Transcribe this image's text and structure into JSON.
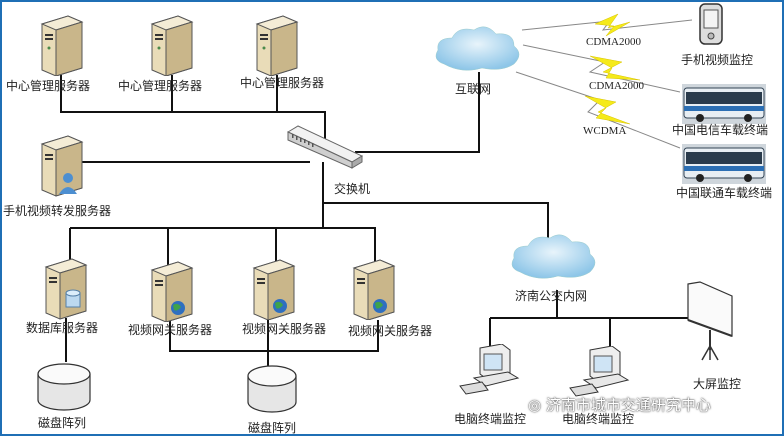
{
  "diagram": {
    "nodes": {
      "mgmt1": {
        "label": "中心管理服务器",
        "icon": "server-icon"
      },
      "mgmt2": {
        "label": "中心管理服务器",
        "icon": "server-icon"
      },
      "mgmt3": {
        "label": "中心管理服务器",
        "icon": "server-icon"
      },
      "mobile_fwd": {
        "label": "手机视频转发服务器",
        "icon": "server-user-icon"
      },
      "switch": {
        "label": "交换机",
        "icon": "switch-icon"
      },
      "internet": {
        "label": "互联网",
        "icon": "cloud-icon"
      },
      "phone": {
        "label": "手机视频监控",
        "icon": "phone-icon"
      },
      "bus_telecom": {
        "label": "中国电信车载终端",
        "icon": "bus-icon"
      },
      "bus_unicom": {
        "label": "中国联通车载终端",
        "icon": "bus-icon"
      },
      "db_server": {
        "label": "数据库服务器",
        "icon": "server-database-icon"
      },
      "gw1": {
        "label": "视频网关服务器",
        "icon": "server-globe-icon"
      },
      "gw2": {
        "label": "视频网关服务器",
        "icon": "server-globe-icon"
      },
      "gw3": {
        "label": "视频网关服务器",
        "icon": "server-globe-icon"
      },
      "disk1": {
        "label": "磁盘阵列",
        "icon": "disk-array-icon"
      },
      "disk2": {
        "label": "磁盘阵列",
        "icon": "disk-array-icon"
      },
      "intranet": {
        "label": "济南公交内网",
        "icon": "cloud-icon"
      },
      "pc1": {
        "label": "电脑终端监控",
        "icon": "computer-icon"
      },
      "pc2": {
        "label": "电脑终端监控",
        "icon": "computer-icon"
      },
      "bigscreen": {
        "label": "大屏监控",
        "icon": "projector-screen-icon"
      }
    },
    "wireless_links": [
      {
        "label": "CDMA2000",
        "from": "internet",
        "to": "phone"
      },
      {
        "label": "CDMA2000",
        "from": "internet",
        "to": "bus_telecom"
      },
      {
        "label": "WCDMA",
        "from": "internet",
        "to": "bus_unicom"
      }
    ],
    "watermark": "济南市城市交通研究中心"
  }
}
